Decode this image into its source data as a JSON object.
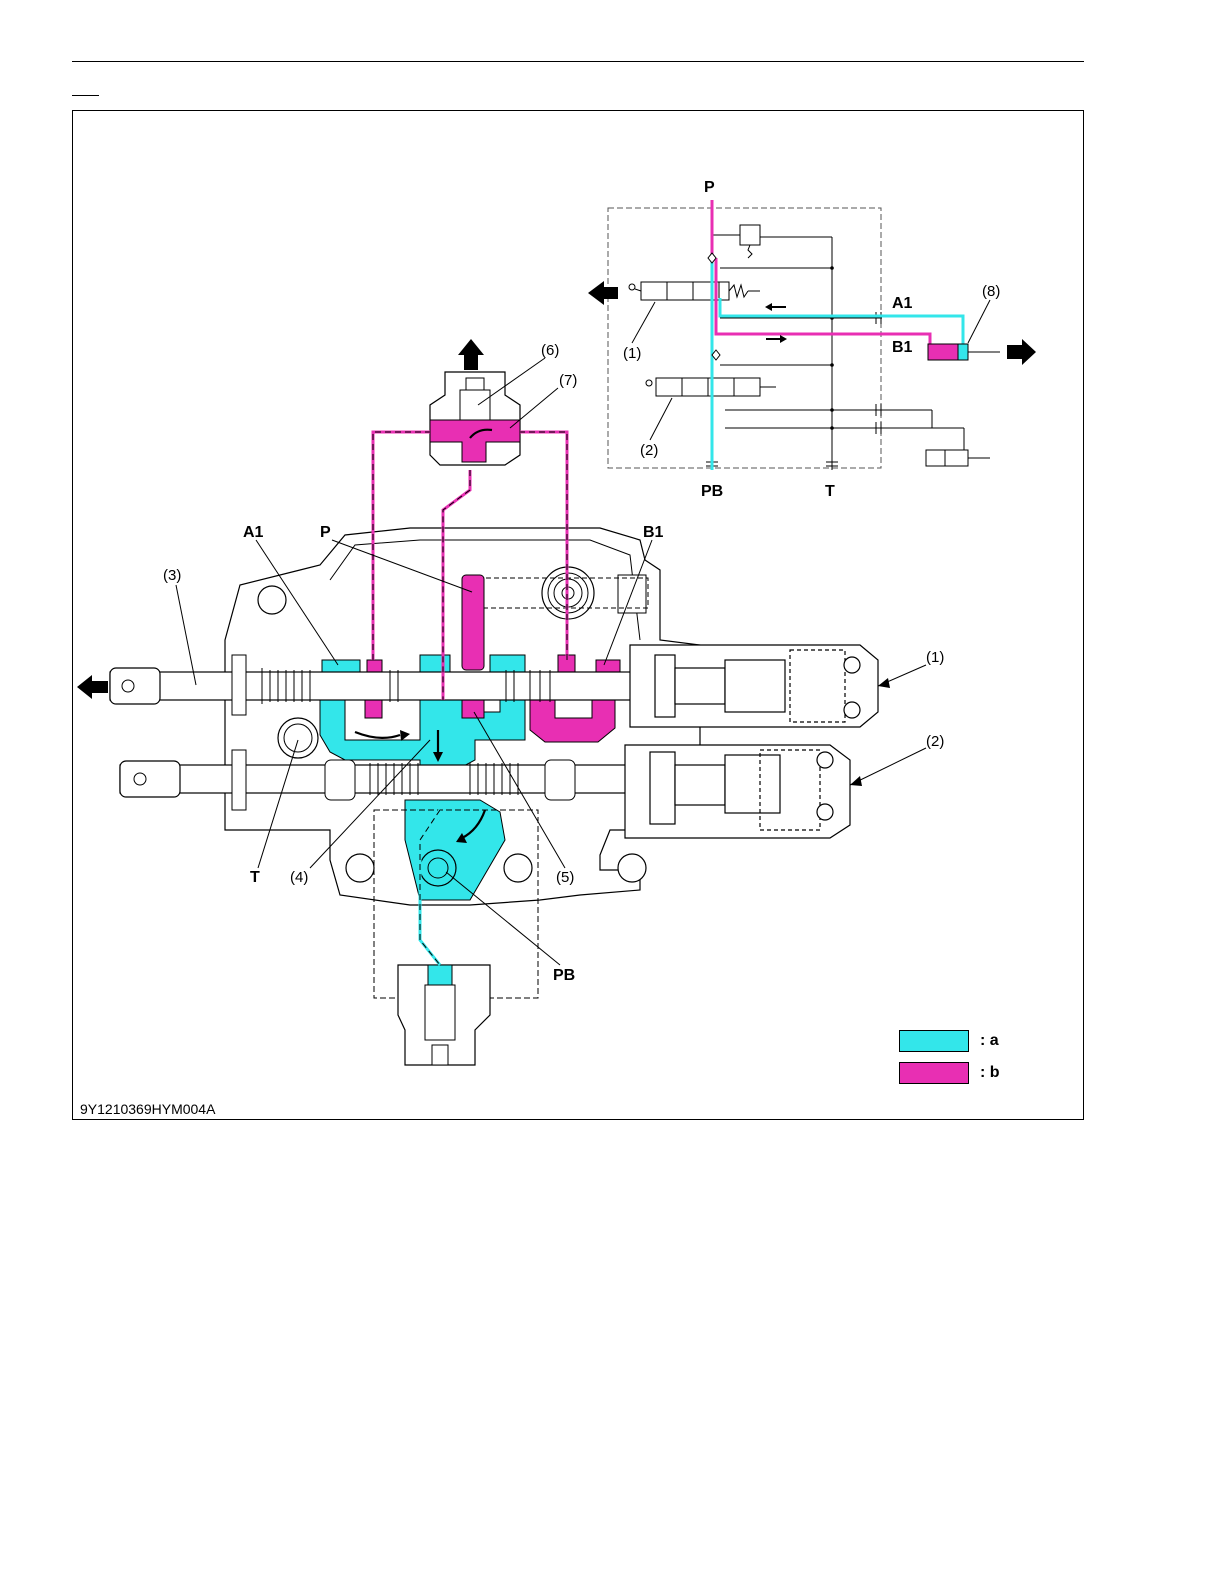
{
  "figure_code": "9Y1210369HYM004A",
  "colors": {
    "a": "#33e6ea",
    "b": "#e82fb3",
    "line": "#000000",
    "dash": "#555555"
  },
  "legend": [
    {
      "key": "a",
      "label": ": a"
    },
    {
      "key": "b",
      "label": ": b"
    }
  ],
  "schematic_labels": {
    "P": "P",
    "PB": "PB",
    "T": "T",
    "A1": "A1",
    "B1": "B1",
    "n1": "(1)",
    "n2": "(2)",
    "n8": "(8)"
  },
  "body_labels": {
    "A1": "A1",
    "P": "P",
    "B1": "B1",
    "T": "T",
    "PB": "PB",
    "n1": "(1)",
    "n2": "(2)",
    "n3": "(3)",
    "n4": "(4)",
    "n5": "(5)",
    "n6": "(6)",
    "n7": "(7)"
  }
}
